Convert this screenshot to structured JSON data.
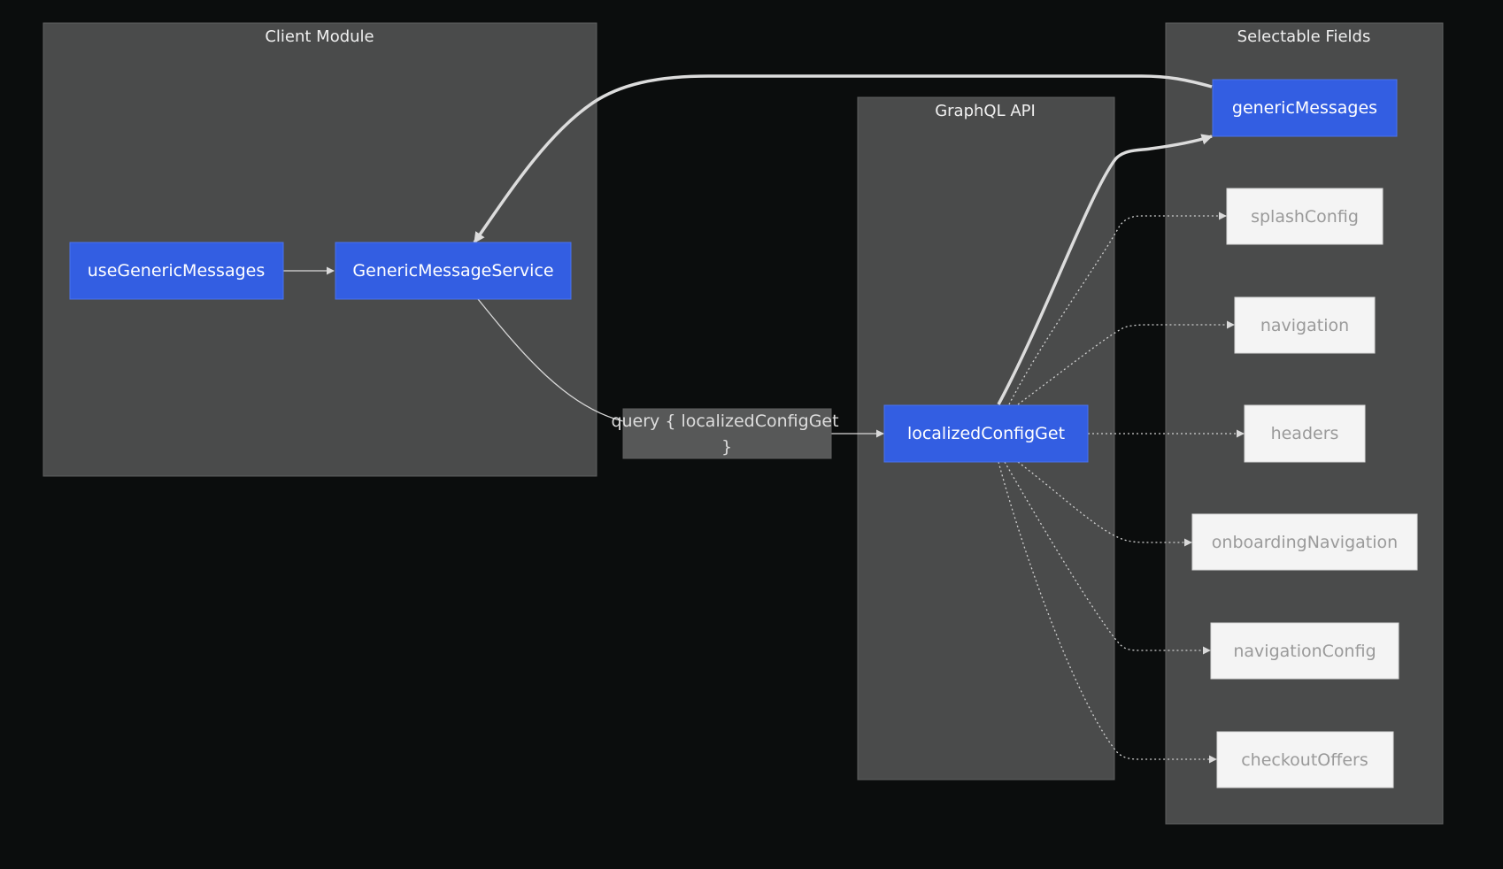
{
  "clusters": {
    "client_module": "Client Module",
    "graphql_api": "GraphQL API",
    "selectable_fields": "Selectable Fields"
  },
  "nodes": {
    "use_generic_messages": "useGenericMessages",
    "generic_message_service": "GenericMessageService",
    "query_label_line1": "query { localizedConfigGet",
    "query_label_line2": "}",
    "localized_config_get": "localizedConfigGet",
    "generic_messages": "genericMessages",
    "splash_config": "splashConfig",
    "navigation": "navigation",
    "headers": "headers",
    "onboarding_navigation": "onboardingNavigation",
    "navigation_config": "navigationConfig",
    "checkout_offers": "checkoutOffers"
  },
  "colors": {
    "background": "#0b0d0d",
    "cluster_fill": "#4a4b4b",
    "active_node": "#335ee2",
    "muted_node": "#f4f4f4",
    "edge": "#d9d9d9"
  }
}
